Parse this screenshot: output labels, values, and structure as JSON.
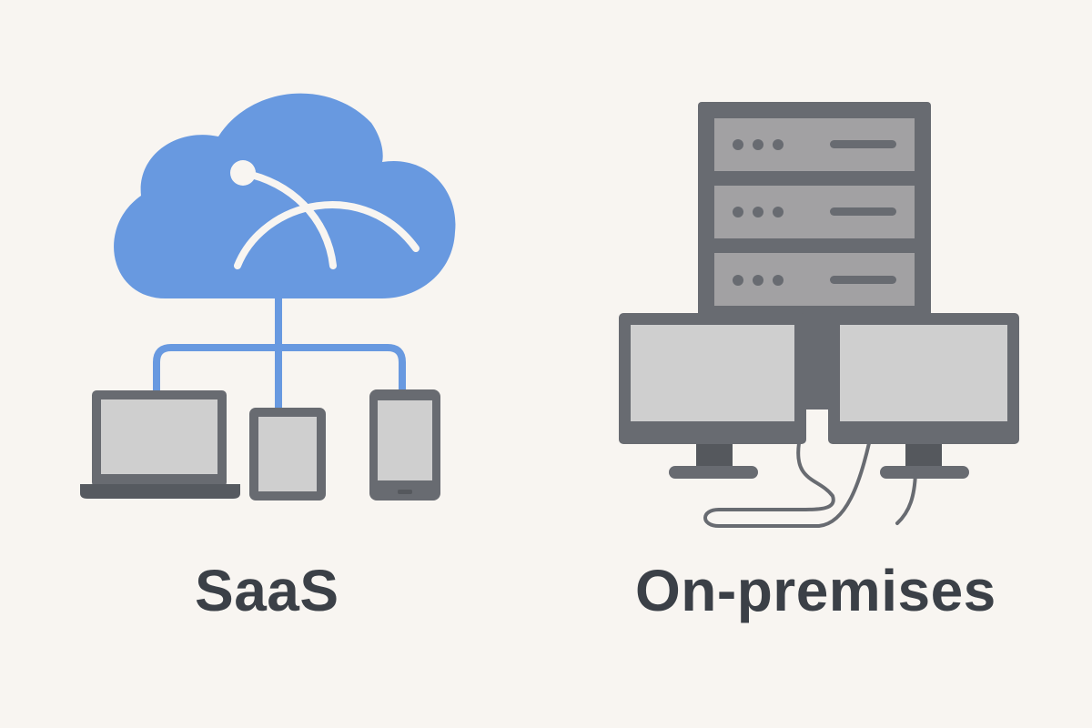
{
  "diagram": {
    "left": {
      "label": "SaaS",
      "icon": "cloud-network-icon",
      "devices": [
        "laptop",
        "tablet",
        "phone"
      ]
    },
    "right": {
      "label": "On-premises",
      "icon": "server-rack-icon",
      "devices": [
        "monitor-left",
        "monitor-right"
      ]
    }
  },
  "colors": {
    "background": "#f8f5f1",
    "cloud": "#6899e0",
    "device_frame": "#686b71",
    "screen": "#cfcfcf",
    "server_panel": "#a2a1a3",
    "text": "#3b4047"
  }
}
